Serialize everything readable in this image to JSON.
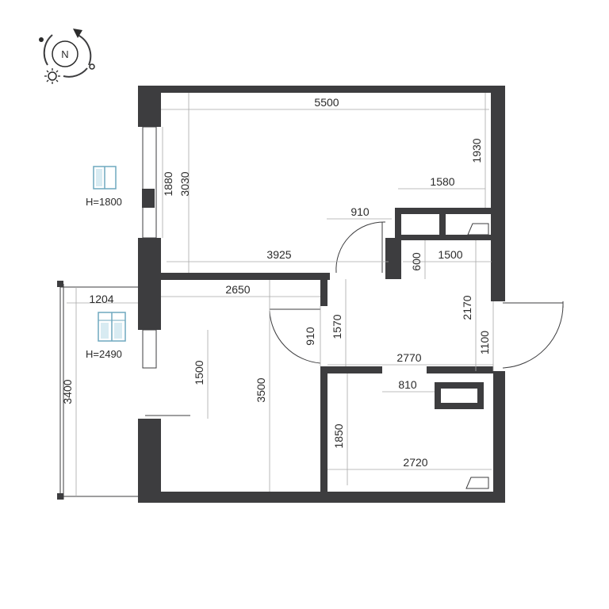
{
  "compass": {
    "letter": "N",
    "icon": "compass-icon",
    "sun_icon": "sun-icon"
  },
  "legend": {
    "window_label": "H=1800",
    "balcony_door_label": "H=2490"
  },
  "dimensions": {
    "top_width": "5500",
    "top_right_depth": "1930",
    "left_1880": "1880",
    "left_3030": "3030",
    "bath_width": "1580",
    "door_910_top": "910",
    "corridor_3925": "3925",
    "corridor_1500": "1500",
    "corridor_600": "600",
    "room_2650": "2650",
    "balcony_1204": "1204",
    "corr_1570": "1570",
    "corr_910": "910",
    "entry_2170": "2170",
    "entry_1100": "1100",
    "hall_2770": "2770",
    "bath_810": "810",
    "room_1500": "1500",
    "room_3500": "3500",
    "balcony_3400": "3400",
    "bath2_1850": "1850",
    "bath2_2720": "2720"
  }
}
